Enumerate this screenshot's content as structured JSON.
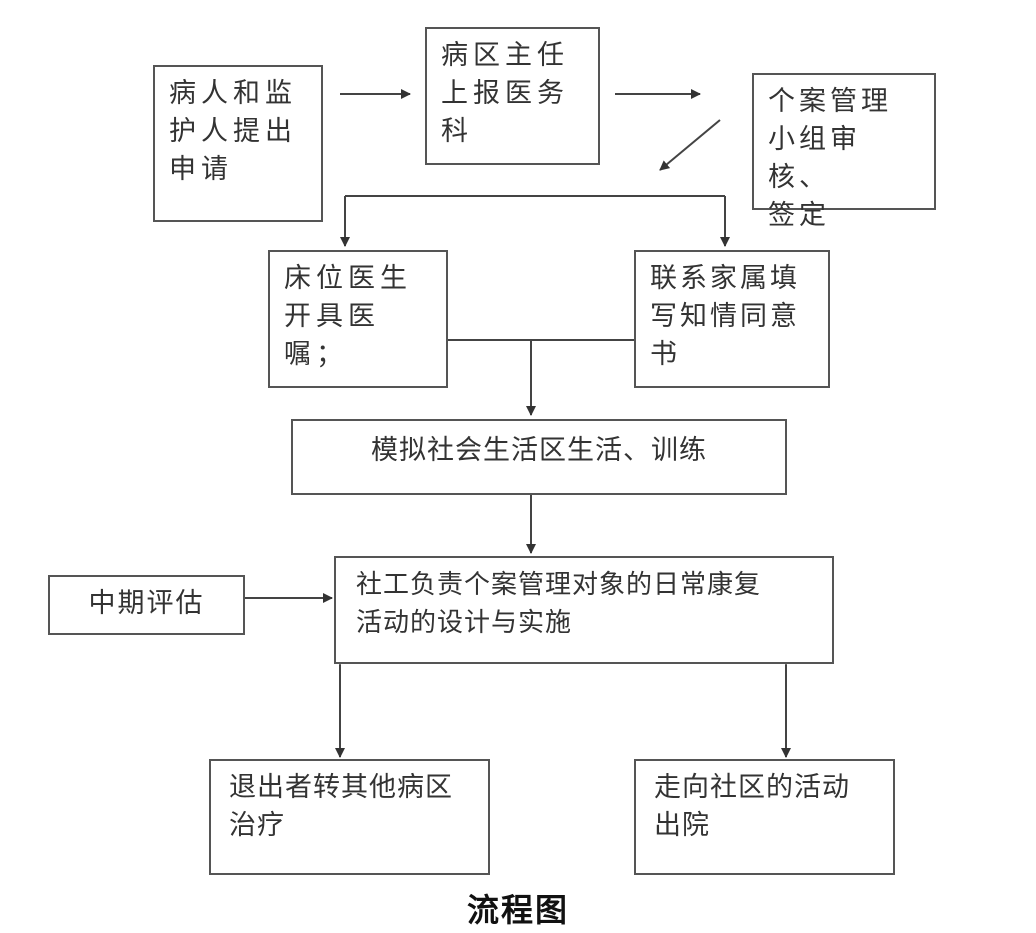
{
  "boxes": {
    "apply": "病人和监\n护人提出\n申请",
    "report": "病区主任\n上报医务\n科",
    "review": "个案管理\n小组审核、\n签定",
    "doctor": "床位医生\n开具医嘱；",
    "family": "联系家属填\n写知情同意\n书",
    "simulate": "模拟社会生活区生活、训练",
    "midterm": "中期评估",
    "socialwork": "社工负责个案管理对象的日常康复\n活动的设计与实施",
    "exit_transfer": "退出者转其他病区\n治疗",
    "discharge": "走向社区的活动\n出院"
  },
  "caption": "流程图",
  "colors": {
    "line": "#444444",
    "border": "#555555",
    "text": "#333333"
  }
}
